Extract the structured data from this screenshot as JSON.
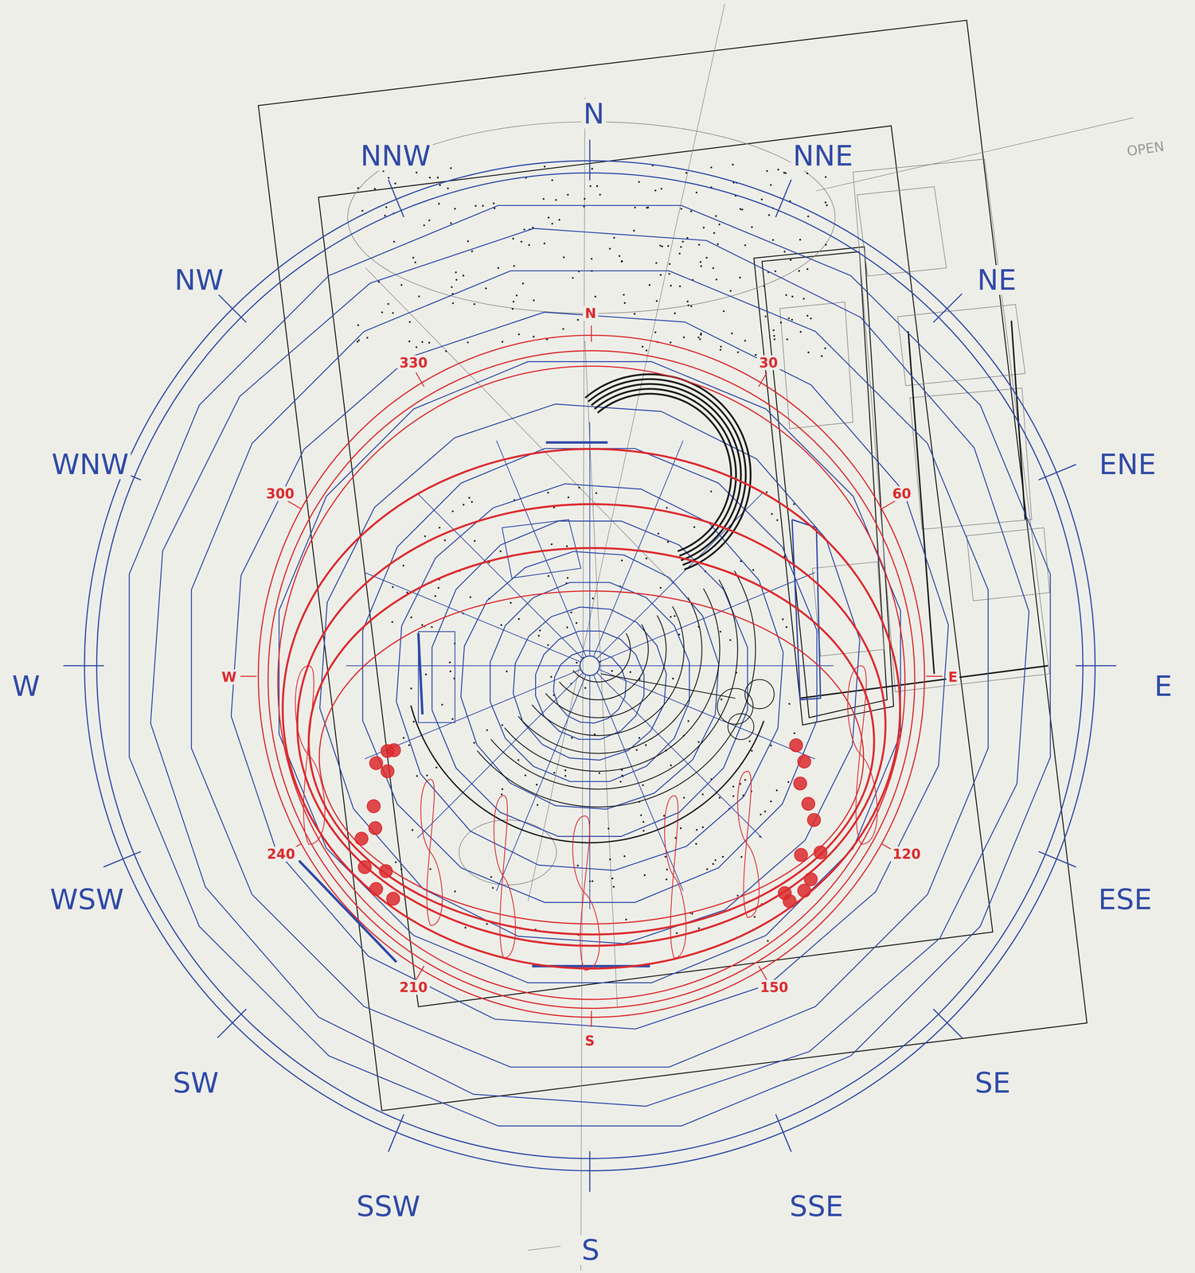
{
  "diagram": {
    "labels": [
      "N",
      "NNW",
      "NNE",
      "NW",
      "NE",
      "N",
      "330",
      "30",
      "WNW",
      "ENE",
      "300",
      "60",
      "W",
      "W",
      "E",
      "E",
      "240",
      "120",
      "WSW",
      "ESE",
      "210",
      "150",
      "S",
      "SW",
      "SE",
      "SSW",
      "SSE",
      "S",
      "OPEN"
    ]
  }
}
